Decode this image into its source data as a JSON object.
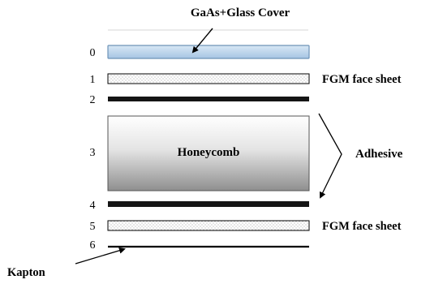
{
  "labels": {
    "top_cover": "GaAs+Glass Cover",
    "fgm_top": "FGM face sheet",
    "adhesive": "Adhesive",
    "fgm_bottom": "FGM face sheet",
    "kapton": "Kapton",
    "honeycomb": "Honeycomb"
  },
  "layer_numbers": [
    "0",
    "1",
    "2",
    "3",
    "4",
    "5",
    "6"
  ],
  "colors": {
    "cover_fill": "#aecbe6",
    "cover_stroke": "#6d93b8",
    "adhesive_fill": "#151515",
    "line": "#000000",
    "honeycomb_top": "#ffffff",
    "honeycomb_bottom": "#8f8f8f"
  }
}
